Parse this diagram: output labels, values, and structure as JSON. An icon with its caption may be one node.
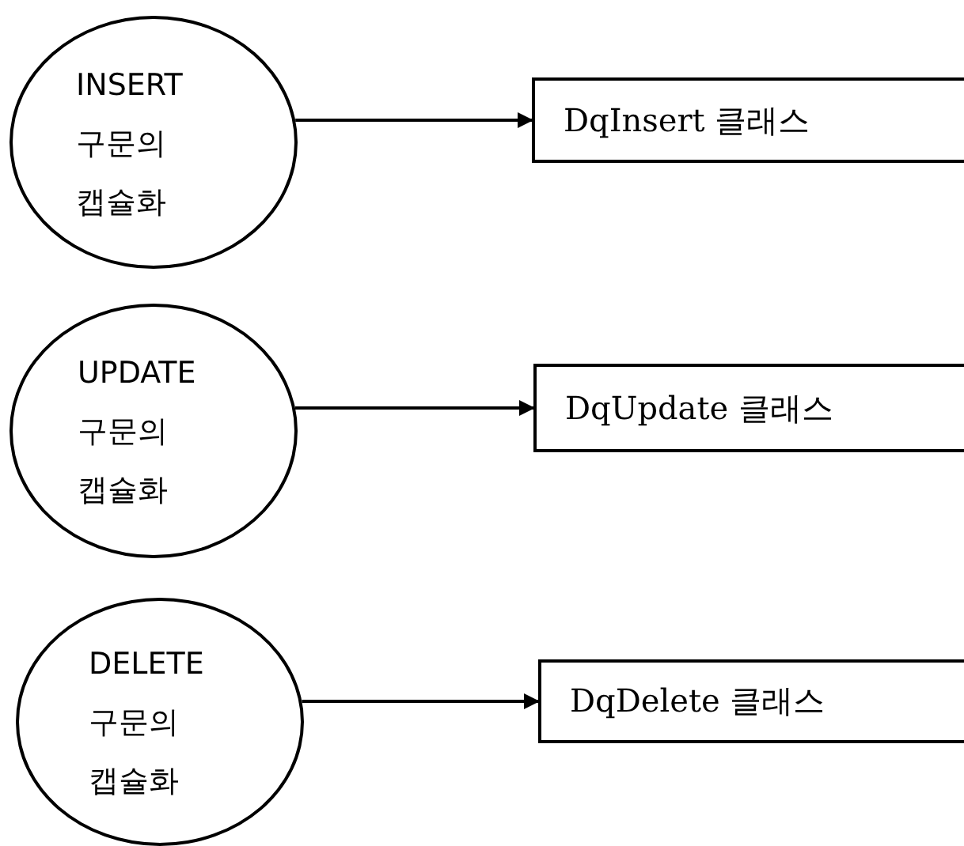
{
  "diagram": {
    "nodes": [
      {
        "text": [
          "INSERT 구문의 캡슐화"
        ]
      },
      {
        "text": [
          "DqInsert 클래스"
        ]
      },
      {
        "text": [
          "UPDATE 구문의 캡슐화"
        ]
      },
      {
        "text": [
          "DqUpdate 클래스"
        ]
      },
      {
        "text": [
          "DELETE 구문의 캡슐화"
        ]
      },
      {
        "text": [
          "DqDelete 클래스"
        ]
      }
    ],
    "edges": [
      {
        "from": 0,
        "to": 1,
        "arrow": "to"
      },
      {
        "from": 2,
        "to": 3,
        "arrow": "to"
      },
      {
        "from": 4,
        "to": 5,
        "arrow": "to"
      }
    ]
  }
}
